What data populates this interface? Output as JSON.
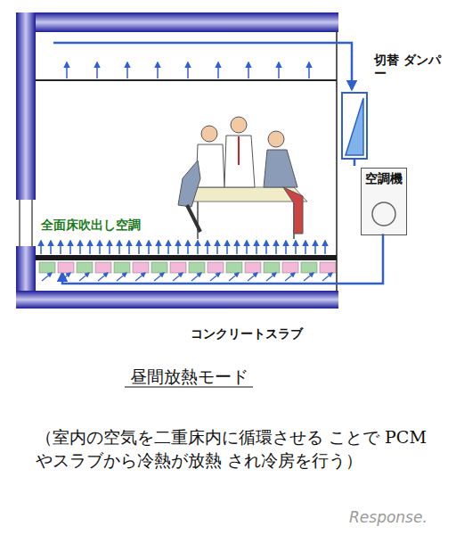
{
  "diagram": {
    "caption": "昼間放熱モード",
    "nodes": [
      {
        "text": [
          "空調機"
        ]
      }
    ],
    "edges": [],
    "labels": [
      "切替 ダンパー",
      "全面床吹出し空調",
      "コンクリートスラブ",
      "（室内の空気を二重床内に循環させる ことで PCM やスラブから冷熱が放熱 され冷房を行う）",
      "Response."
    ]
  }
}
